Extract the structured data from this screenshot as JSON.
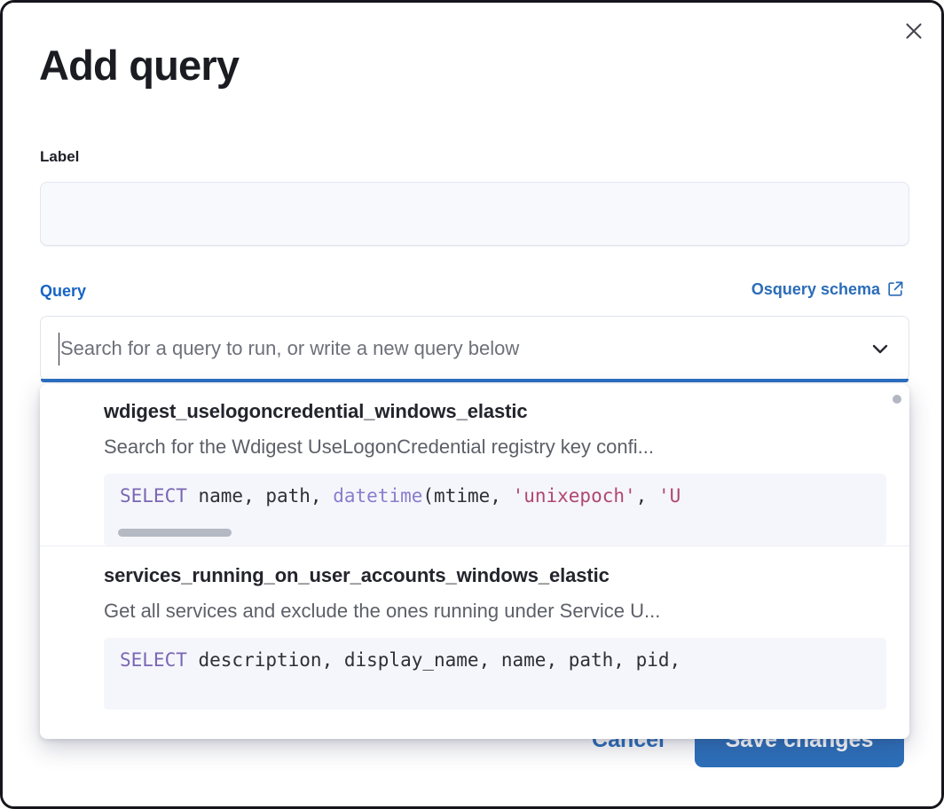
{
  "modal": {
    "title": "Add query",
    "close_icon": "close-icon"
  },
  "label_field": {
    "label": "Label",
    "value": "",
    "placeholder": ""
  },
  "query_field": {
    "label": "Query",
    "schema_link_text": "Osquery schema",
    "schema_link_icon": "external-link-icon",
    "search_value": "",
    "search_placeholder": "Search for a query to run, or write a new query below",
    "chevron_icon": "chevron-down-icon"
  },
  "dropdown": {
    "options": [
      {
        "title": "wdigest_uselogoncredential_windows_elastic",
        "description": "Search for the Wdigest UseLogonCredential registry key confi...",
        "code": {
          "keyword": "SELECT",
          "before_fn": " name, path, ",
          "fn": "datetime",
          "open_paren": "(",
          "args_before_str": "mtime, ",
          "str1": "'unixepoch'",
          "comma": ", ",
          "str2": "'U"
        },
        "has_horizontal_scrollbar": true
      },
      {
        "title": "services_running_on_user_accounts_windows_elastic",
        "description": "Get all services and exclude the ones running under Service U...",
        "code": {
          "keyword": "SELECT",
          "rest": " description, display_name, name, path, pid,"
        },
        "has_horizontal_scrollbar": false
      }
    ]
  },
  "footer": {
    "cancel_label": "Cancel",
    "save_label": "Save changes"
  },
  "colors": {
    "accent_blue": "#2b6cb8",
    "focus_underline": "#2c6fc0",
    "link_blue": "#1764c4",
    "sql_keyword": "#7a66b4",
    "sql_function": "#8b7ccd",
    "sql_string": "#b0476e",
    "code_background": "#f5f6fb",
    "input_background": "#f8f9fd"
  }
}
